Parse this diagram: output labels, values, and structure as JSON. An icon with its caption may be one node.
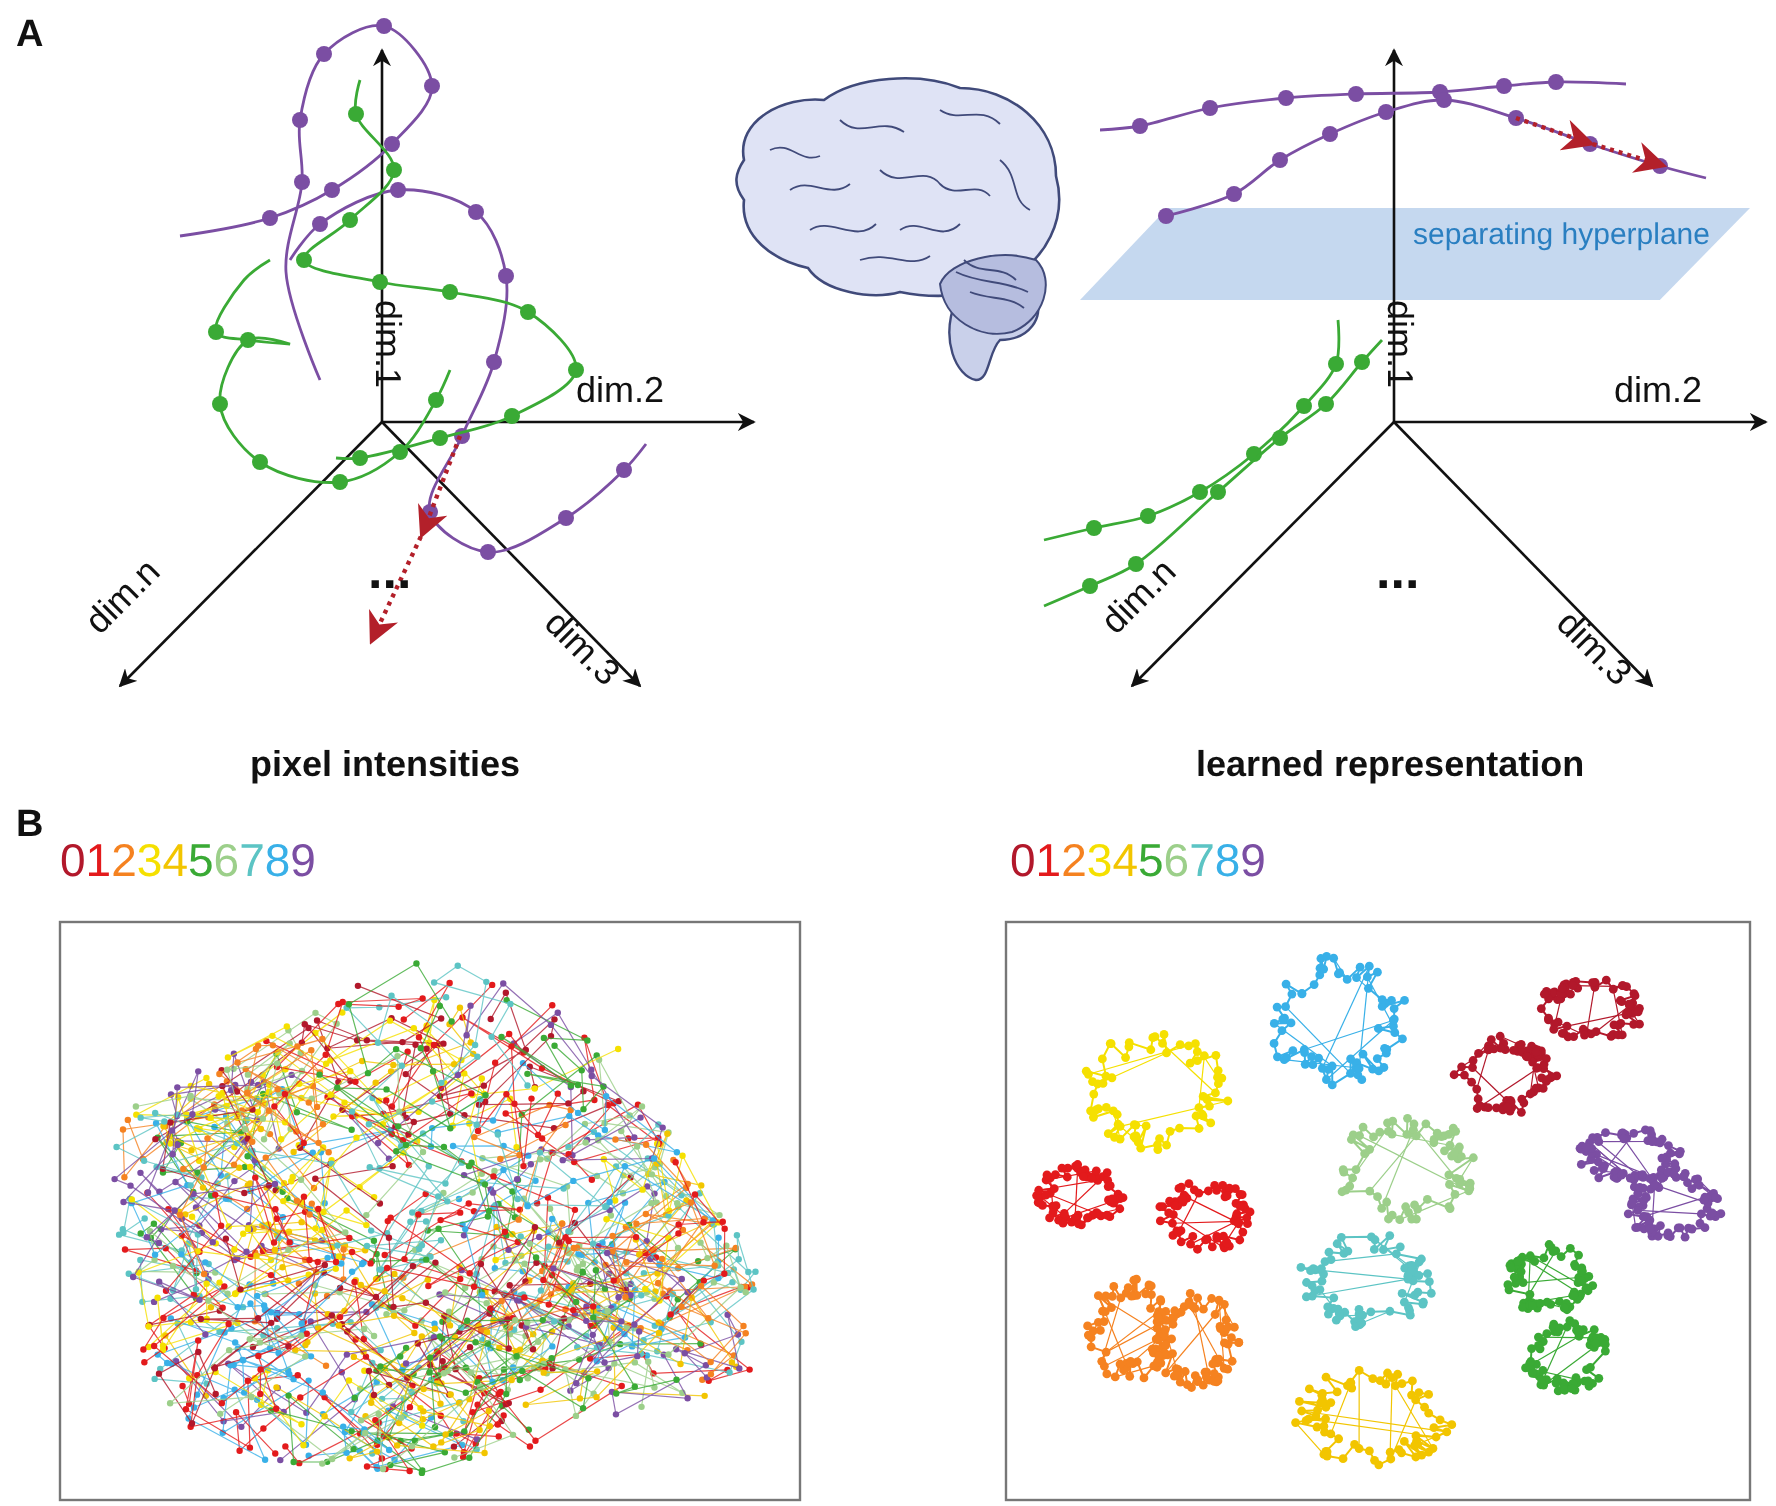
{
  "diagram": {
    "nodes": [
      {
        "text": [
          "separating hyperplane"
        ]
      }
    ],
    "edges": [],
    "labels": [
      "A",
      "dim.1",
      "dim.2",
      "dim.n",
      "dim.3",
      "...",
      "pixel intensities",
      "dim.1",
      "dim.2",
      "dim.n",
      "dim.3",
      "...",
      "learned representation",
      "B"
    ],
    "legend": [
      {
        "text": "0",
        "color": "#b2182b"
      },
      {
        "text": "1",
        "color": "#e31a1c"
      },
      {
        "text": "2",
        "color": "#f58220"
      },
      {
        "text": "3",
        "color": "#f5e000"
      },
      {
        "text": "4",
        "color": "#f2c500"
      },
      {
        "text": "5",
        "color": "#3aaa35"
      },
      {
        "text": "6",
        "color": "#9ccf8a"
      },
      {
        "text": "7",
        "color": "#5cc4c4"
      },
      {
        "text": "8",
        "color": "#38b0e8"
      },
      {
        "text": "9",
        "color": "#7b4ea3"
      },
      {
        "text": "0",
        "color": "#b2182b"
      },
      {
        "text": "1",
        "color": "#e31a1c"
      },
      {
        "text": "2",
        "color": "#f58220"
      },
      {
        "text": "3",
        "color": "#f5e000"
      },
      {
        "text": "4",
        "color": "#f2c500"
      },
      {
        "text": "5",
        "color": "#3aaa35"
      },
      {
        "text": "6",
        "color": "#9ccf8a"
      },
      {
        "text": "7",
        "color": "#5cc4c4"
      },
      {
        "text": "8",
        "color": "#38b0e8"
      },
      {
        "text": "9",
        "color": "#7b4ea3"
      }
    ]
  }
}
